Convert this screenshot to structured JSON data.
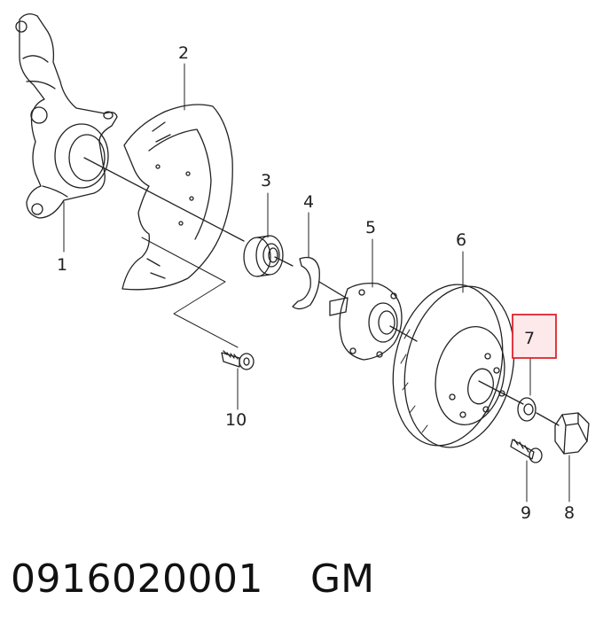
{
  "diagram": {
    "callouts": [
      "1",
      "2",
      "3",
      "4",
      "5",
      "6",
      "7",
      "8",
      "9",
      "10"
    ],
    "highlighted_callout": "7",
    "highlight_color": "#e0232e",
    "highlight_fill": "#fde8ea"
  },
  "footer": {
    "part_number": "0916020001",
    "brand": "GM"
  }
}
